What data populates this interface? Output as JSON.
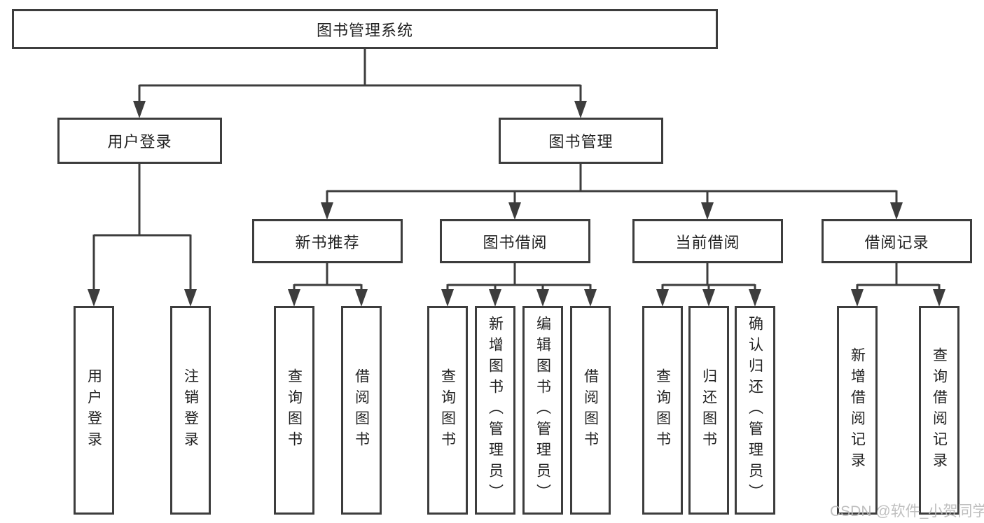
{
  "root": {
    "label": "图书管理系统"
  },
  "level2": [
    {
      "label": "用户登录"
    },
    {
      "label": "图书管理"
    }
  ],
  "level3": [
    {
      "label": "新书推荐"
    },
    {
      "label": "图书借阅"
    },
    {
      "label": "当前借阅"
    },
    {
      "label": "借阅记录"
    }
  ],
  "leaves": {
    "user_login": [
      {
        "label": "用户登录"
      },
      {
        "label": "注销登录"
      }
    ],
    "new_book_recommend": [
      {
        "label": "查询图书"
      },
      {
        "label": "借阅图书"
      }
    ],
    "book_borrow": [
      {
        "label": "查询图书"
      },
      {
        "label": "新增图书（管理员）"
      },
      {
        "label": "编辑图书（管理员）"
      },
      {
        "label": "借阅图书"
      }
    ],
    "current_borrow": [
      {
        "label": "查询图书"
      },
      {
        "label": "归还图书"
      },
      {
        "label": "确认归还（管理员）"
      }
    ],
    "borrow_record": [
      {
        "label": "新增借阅记录"
      },
      {
        "label": "查询借阅记录"
      }
    ]
  },
  "watermark": {
    "text": "CSDN @软件_小贺同学"
  },
  "colors": {
    "line": "#3d3d3d",
    "box_border": "#3d3d3d",
    "box_fill": "#ffffff",
    "text": "#222222",
    "watermark": "#b9b9b9",
    "background": "#ffffff"
  }
}
